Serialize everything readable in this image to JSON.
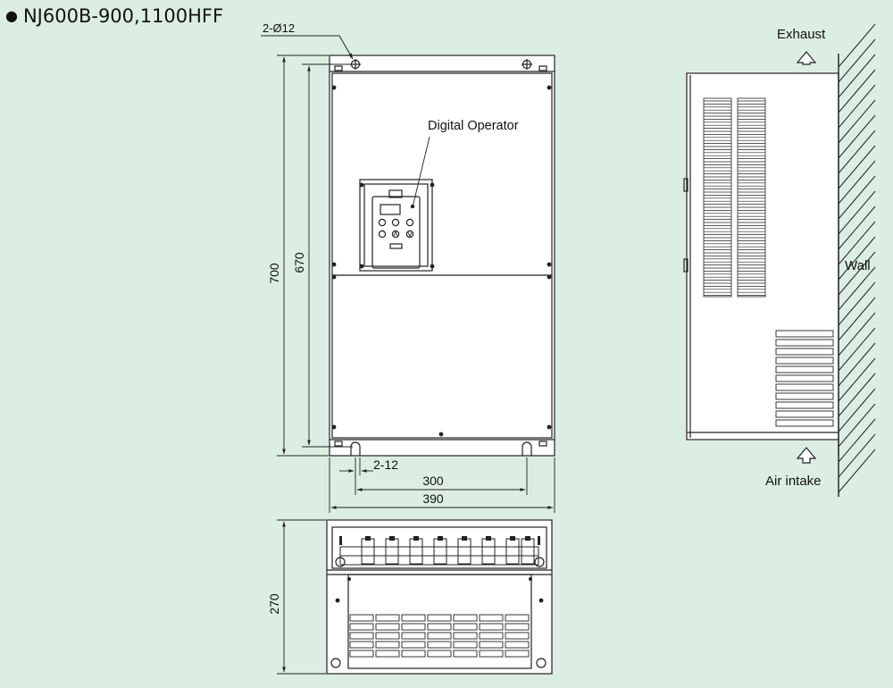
{
  "title": "NJ600B-900,1100HFF",
  "front_view": {
    "hole_callout": "2-Ø12",
    "operator_label": "Digital Operator",
    "dim_height_total": "700",
    "dim_height_mount": "670",
    "dim_slot": "2-12",
    "dim_width_mount": "300",
    "dim_width_total": "390"
  },
  "bottom_view": {
    "dim_depth": "270"
  },
  "side_view": {
    "exhaust_label": "Exhaust",
    "intake_label": "Air intake",
    "wall_label": "Wall"
  },
  "colors": {
    "background": "#dceee3",
    "panel_fill": "#ffffff",
    "line": "#222222"
  }
}
